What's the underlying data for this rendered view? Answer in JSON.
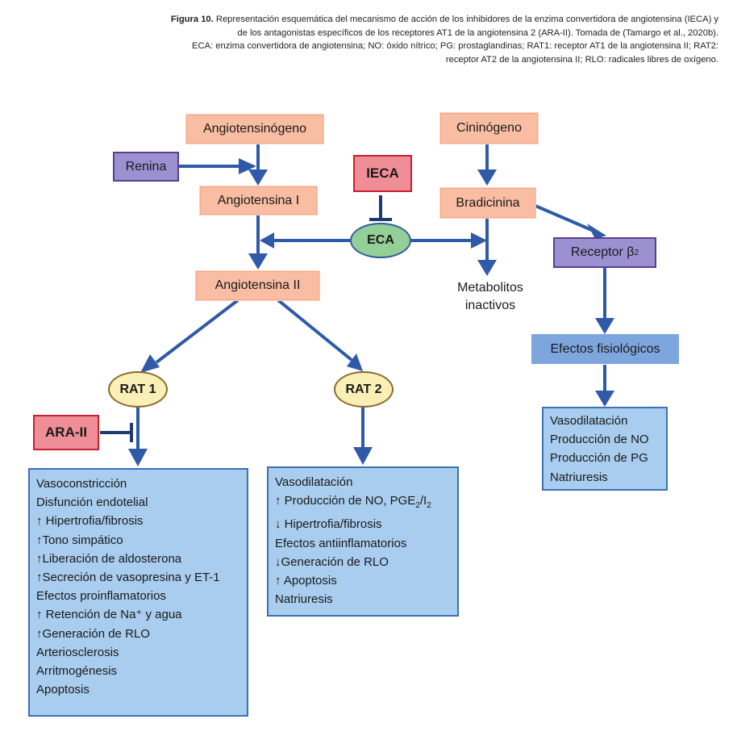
{
  "caption": {
    "figure_label": "Figura 10.",
    "line1": " Representación esquemática del mecanismo de acción de los inhibidores de la enzima convertidora de angiotensina (IECA) y",
    "line2": "de los antagonistas específicos de los receptores AT1 de la angiotensina 2 (ARA-II). Tomada de (Tamargo et al., 2020b).",
    "line3": "ECA: enzima convertidora de angiotensina; NO: óxido nítrico; PG: prostaglandinas; RAT1: receptor AT1 de la angiotensina II; RAT2:",
    "line4": "receptor AT2 de la angiotensina II; RLO: radicales libres de oxígeno."
  },
  "nodes": {
    "angiotensinogeno": "Angiotensinógeno",
    "renina": "Renina",
    "angiotensina_i": "Angiotensina I",
    "angiotensina_ii": "Angiotensina II",
    "ieca": "IECA",
    "eca": "ECA",
    "cininogeno": "Cininógeno",
    "bradicinina": "Bradicinina",
    "metabolitos_line1": "Metabolitos",
    "metabolitos_line2": "inactivos",
    "receptor_b2_text": "Receptor β",
    "receptor_b2_sub": "2",
    "efectos_fisiologicos": "Efectos fisiológicos",
    "rat1": "RAT 1",
    "rat2": "RAT 2",
    "ara_ii": "ARA-II"
  },
  "rat1_effects": [
    "Vasoconstricción",
    "Disfunción endotelial",
    "↑ Hipertrofia/fibrosis",
    "↑Tono simpático",
    "↑Liberación de aldosterona",
    "↑Secreción de vasopresina y ET-1",
    "Efectos proinflamatorios",
    "↑ Retención de Na⁺ y agua",
    "↑Generación de RLO",
    "Arteriosclerosis",
    "Arritmogénesis",
    "Apoptosis"
  ],
  "rat2_effects": {
    "l1": "Vasodilatación",
    "l2_pre": "↑ Producción de NO, PGE",
    "l2_sub1": "2",
    "l2_mid": "/I",
    "l2_sub2": "2",
    "l3": "↓ Hipertrofia/fibrosis",
    "l4": "Efectos antiinflamatorios",
    "l5": "↓Generación de RLO",
    "l6": "↑ Apoptosis",
    "l7": "Natriuresis"
  },
  "b2_effects": [
    "Vasodilatación",
    "Producción de NO",
    "Producción de PG",
    "Natriuresis"
  ],
  "colors": {
    "arrow": "#2f5aa8",
    "inhibit": "#1f3a6e"
  }
}
